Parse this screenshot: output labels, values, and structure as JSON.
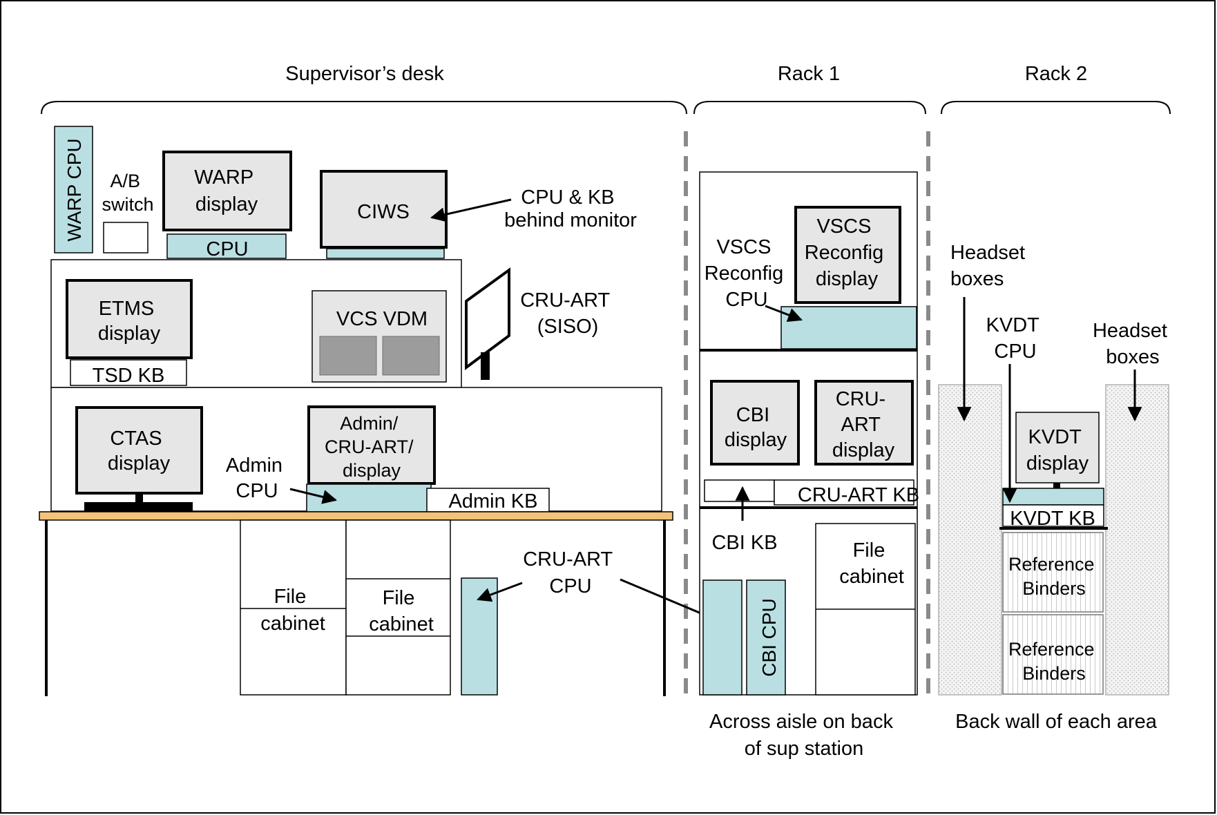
{
  "headers": {
    "desk": "Supervisor’s desk",
    "rack1": "Rack 1",
    "rack2": "Rack 2"
  },
  "desk": {
    "warp_cpu": "WARP CPU",
    "ab_switch": [
      "A/B",
      "switch"
    ],
    "warp_display": [
      "WARP",
      "display"
    ],
    "cpu": "CPU",
    "ciws": "CIWS",
    "cpu_kb_note": [
      "CPU & KB",
      "behind monitor"
    ],
    "etms_display": [
      "ETMS",
      "display"
    ],
    "tsd_kb": "TSD KB",
    "vcs_vdm": "VCS VDM",
    "cru_art_siso": [
      "CRU-ART",
      "(SISO)"
    ],
    "ctas_display": [
      "CTAS",
      "display"
    ],
    "admin_cpu": [
      "Admin",
      "CPU"
    ],
    "admin_display": [
      "Admin/",
      "CRU-ART/",
      "display"
    ],
    "admin_kb": "Admin KB",
    "file_cabinet_1": [
      "File",
      "cabinet"
    ],
    "file_cabinet_2": [
      "File",
      "cabinet"
    ],
    "cru_art_cpu": [
      "CRU-ART",
      "CPU"
    ]
  },
  "rack1": {
    "vscs_reconfig_cpu": [
      "VSCS",
      "Reconfig",
      "CPU"
    ],
    "vscs_reconfig_display": [
      "VSCS",
      "Reconfig",
      "display"
    ],
    "cbi_display": [
      "CBI",
      "display"
    ],
    "cru_art_display": [
      "CRU-",
      "ART",
      "display"
    ],
    "cru_art_kb": "CRU-ART KB",
    "cbi_kb": "CBI KB",
    "file_cabinet": [
      "File",
      "cabinet"
    ],
    "cbi_cpu": "CBI CPU",
    "caption": [
      "Across aisle on back",
      "of sup station"
    ]
  },
  "rack2": {
    "headset_boxes_left": [
      "Headset",
      "boxes"
    ],
    "kvdt_cpu": [
      "KVDT",
      "CPU"
    ],
    "headset_boxes_right": [
      "Headset",
      "boxes"
    ],
    "kvdt_display": [
      "KVDT",
      "display"
    ],
    "kvdt_kb": "KVDT KB",
    "reference_binders_1": [
      "Reference",
      "Binders"
    ],
    "reference_binders_2": [
      "Reference",
      "Binders"
    ],
    "caption": "Back wall of each area"
  },
  "colors": {
    "equipment_fill": "#b9dfe2",
    "monitor_face": "#e6e6e6",
    "desktop_surface": "#f5c279",
    "vdm_screen": "#9c9c9c",
    "dashed_divider": "#8a8a8a"
  }
}
